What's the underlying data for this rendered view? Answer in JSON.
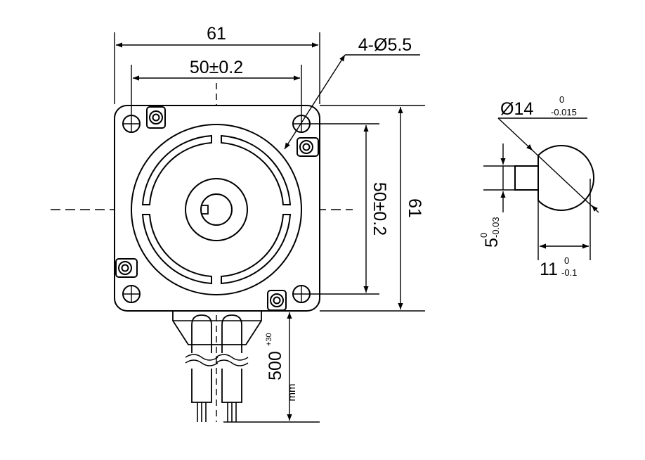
{
  "front": {
    "width_label": "61",
    "hole_spacing_label": "50±0.2",
    "holes_label": "4-Ø5.5",
    "height_spacing_label": "50±0.2",
    "height_label": "61",
    "lead_length_value": "500",
    "lead_length_tol": "+30",
    "lead_length_unit": "mm"
  },
  "shaft": {
    "diameter_label": "Ø14",
    "diameter_tol_upper": "0",
    "diameter_tol_lower": "-0.015",
    "key_width_value": "5",
    "key_width_tol_upper": "0",
    "key_width_tol_lower": "-0.03",
    "flat_value": "11",
    "flat_tol_upper": "0",
    "flat_tol_lower": "-0.1"
  }
}
